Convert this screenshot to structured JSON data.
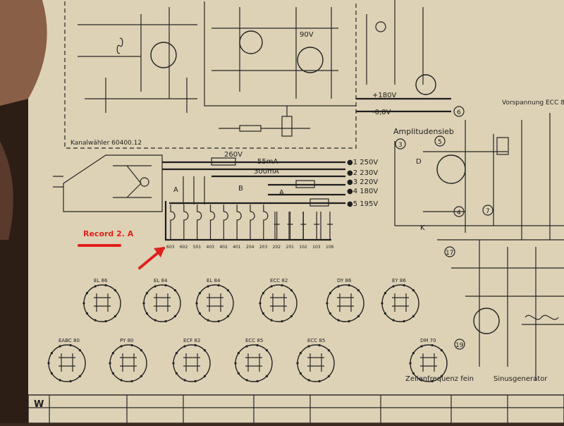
{
  "schematic": {
    "blocks": {
      "kanalwaehler": "Kanalwähler 60400.12",
      "amplitudensieb": "Amplitudensieb",
      "vorspannung": "Vorspannung ECC 8",
      "zeilenfrequenz": "Zeilenfrequenz fein",
      "sinusgenerator": "Sinusgenerator"
    },
    "voltages": [
      {
        "label": "250V",
        "node": "1"
      },
      {
        "label": "230V",
        "node": "2"
      },
      {
        "label": "220V",
        "node": "3"
      },
      {
        "label": "180V",
        "node": "4"
      },
      {
        "label": "195V",
        "node": "5"
      }
    ],
    "rail_labels": {
      "plus180": "+180V",
      "minus08": "-0,8V",
      "v90": "90V",
      "v260": "260V",
      "ma55": "55mA",
      "ma300": "300mA"
    },
    "tube_types_row1": [
      "EL 86",
      "EL 84",
      "EL 84",
      "ECC 82",
      "DY 86",
      "EY 86"
    ],
    "tube_types_row2": [
      "EABC 80",
      "PY 80",
      "ECF 82",
      "ECC 85",
      "ECC 85",
      "DM 70"
    ],
    "switch_contacts": [
      "603",
      "602",
      "501",
      "403",
      "402",
      "401",
      "204",
      "203",
      "202",
      "201",
      "102",
      "103",
      "106"
    ],
    "node_numbers": [
      "2",
      "3",
      "4",
      "5",
      "6",
      "7",
      "17",
      "19"
    ],
    "letters": {
      "a": "A",
      "b": "B",
      "d": "D",
      "k": "K"
    },
    "table_label": "W"
  },
  "annotations": {
    "record_label": "Record 2. A",
    "color": "#e0201c"
  }
}
